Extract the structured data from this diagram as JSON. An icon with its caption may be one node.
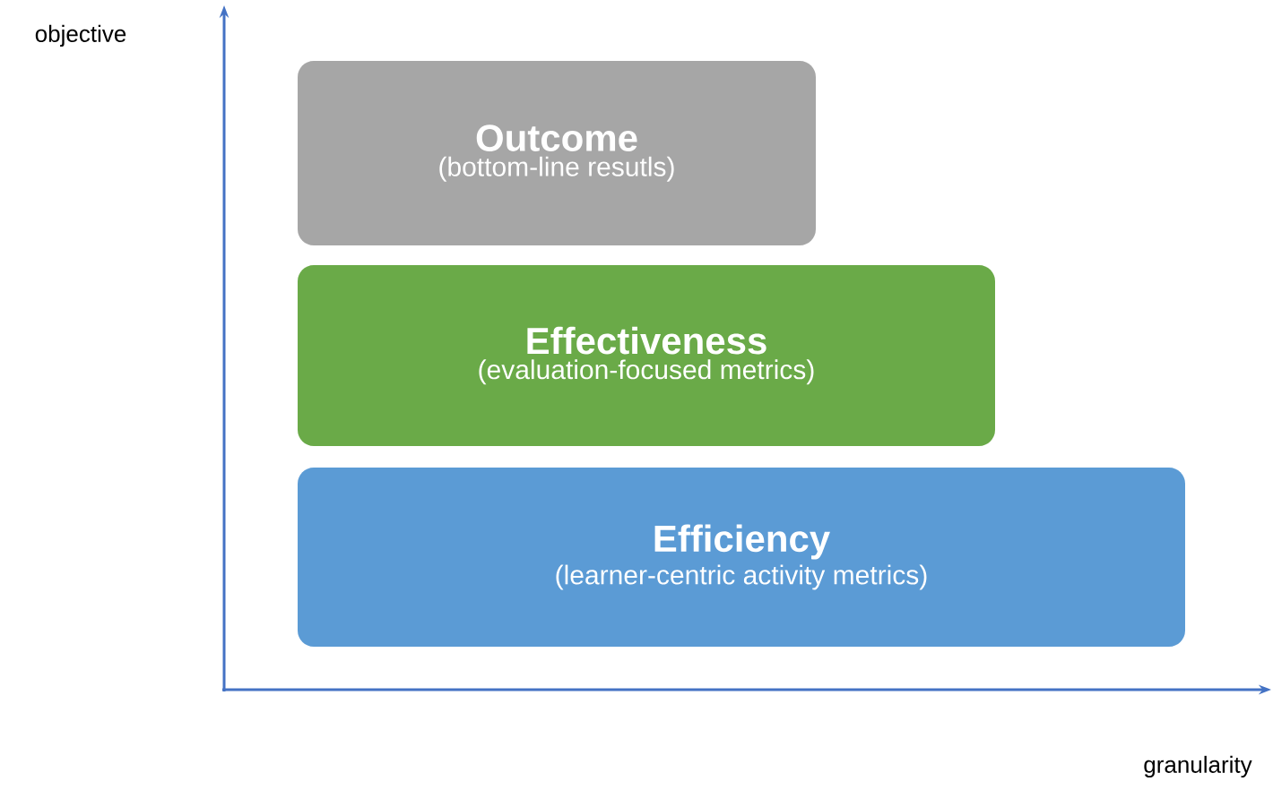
{
  "diagram": {
    "nodes": [
      {
        "text": [
          "Outcome",
          "(bottom-line resutls)"
        ]
      },
      {
        "text": [
          "Effectiveness",
          "(evaluation-focused metrics)"
        ]
      },
      {
        "text": [
          "Efficiency",
          "(learner-centric activity metrics)"
        ]
      }
    ],
    "labels": [
      "objective",
      "granularity"
    ]
  }
}
